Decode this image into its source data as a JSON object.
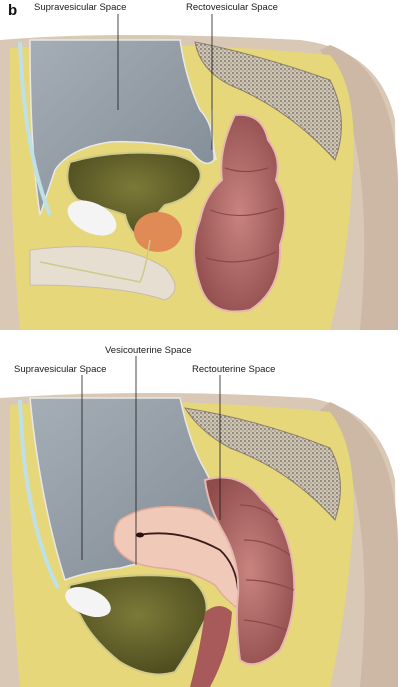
{
  "panel_letter": "b",
  "labels": {
    "top_supravesicular": "Supravesicular Space",
    "top_rectovesicular": "Rectovesicular Space",
    "bottom_supravesicular": "Supravesicular Space",
    "bottom_vesicouterine": "Vesicouterine Space",
    "bottom_rectouterine": "Rectouterine Space"
  },
  "colors": {
    "peritoneal_space": "#9aa4ad",
    "fat": "#e6d77a",
    "wall": "#d9c8b6",
    "bladder": "#6d6a2e",
    "rectum": "#b56a68",
    "prostate": "#e08a55",
    "uterus": "#f0c9b8",
    "bone": "#f4f4f4"
  }
}
